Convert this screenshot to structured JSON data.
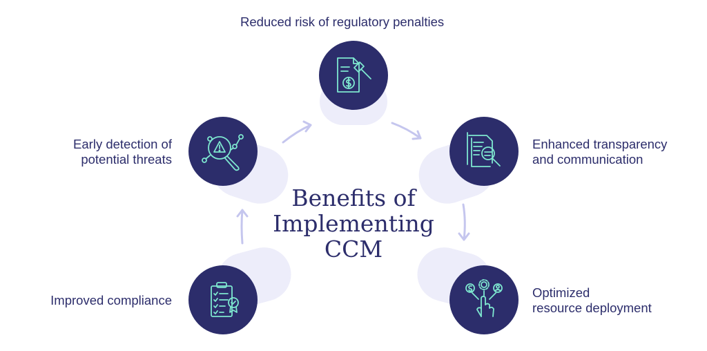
{
  "title": {
    "lines": [
      "Benefits of",
      "Implementing",
      "CCM"
    ]
  },
  "nodes": [
    {
      "id": "regulatory",
      "label_lines": [
        "Reduced risk of regulatory penalties"
      ],
      "icon": "document-gavel-dollar-icon"
    },
    {
      "id": "transparency",
      "label_lines": [
        "Enhanced transparency",
        "and communication"
      ],
      "icon": "document-magnifier-icon"
    },
    {
      "id": "resources",
      "label_lines": [
        "Optimized",
        "resource deployment"
      ],
      "icon": "hand-pointer-dollar-gear-person-icon"
    },
    {
      "id": "compliance",
      "label_lines": [
        "Improved compliance"
      ],
      "icon": "clipboard-checklist-badge-icon"
    },
    {
      "id": "threats",
      "label_lines": [
        "Early detection of",
        "potential threats"
      ],
      "icon": "magnifier-warning-network-icon"
    }
  ],
  "colors": {
    "circle": "#2c2d6b",
    "icon_line": "#7ee8d0",
    "shadow": "#ededfa",
    "arrow": "#c5c6ee",
    "text": "#2c2d6b"
  }
}
